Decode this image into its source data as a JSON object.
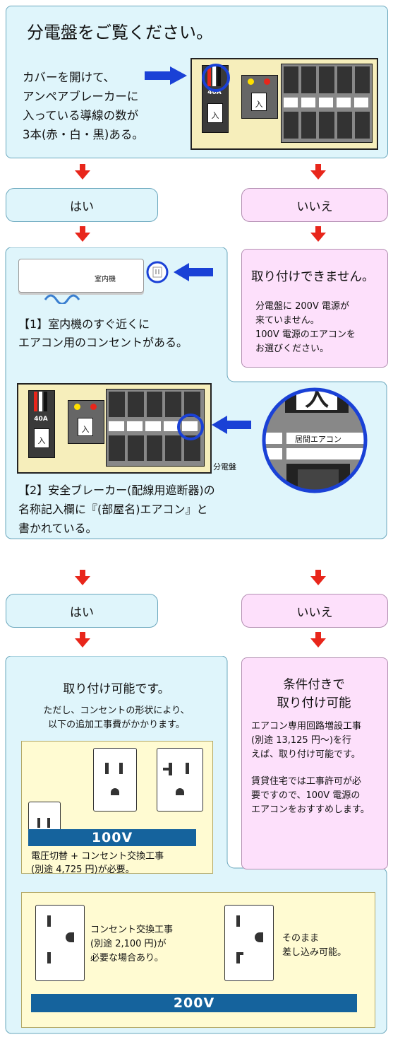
{
  "q1": {
    "title": "分電盤をご覧ください。",
    "text": "カバーを開けて、\nアンペアブレーカーに\n入っている導線の数が\n3本(赤・白・黒)ある。",
    "breaker_amp": "40A",
    "switch_label": "入"
  },
  "branch1": {
    "yes": "はい",
    "no": "いいえ"
  },
  "no1": {
    "title": "取り付けできません。",
    "text": "分電盤に 200V 電源が\n来ていません。\n100V 電源のエアコンを\nお選びください。"
  },
  "q2": {
    "unit_label": "室内機",
    "item1": "【1】室内機のすぐ近くに\nエアコン用のコンセントがある。",
    "panel_label": "分電盤",
    "zoom_label": "居間エアコン",
    "item2": "【2】安全ブレーカー(配線用遮断器)の\n名称記入欄に『(部屋名)エアコン』と\n書かれている。"
  },
  "branch2": {
    "yes": "はい",
    "no": "いいえ"
  },
  "yes_result": {
    "title": "取り付け可能です。",
    "text": "ただし、コンセントの形状により、\n以下の追加工事費がかかります。",
    "v100_label": "100V",
    "v100_note": "電圧切替 + コンセント交換工事\n(別途 4,725 円)が必要。",
    "v200_label": "200V",
    "v200_note_a": "コンセント交換工事\n(別途 2,100 円)が\n必要な場合あり。",
    "v200_note_b": "そのまま\n差し込み可能。"
  },
  "no_result": {
    "title": "条件付きで\n取り付け可能",
    "text1": "エアコン専用回路増設工事\n(別途 13,125 円〜)を行\nえば、取り付け可能です。",
    "text2": "賃貸住宅では工事許可が必\n要ですので、100V 電源の\nエアコンをおすすめします。"
  },
  "colors": {
    "accent_red": "#e8261b",
    "accent_blue": "#1a41d6",
    "bar_blue": "#15639d"
  }
}
